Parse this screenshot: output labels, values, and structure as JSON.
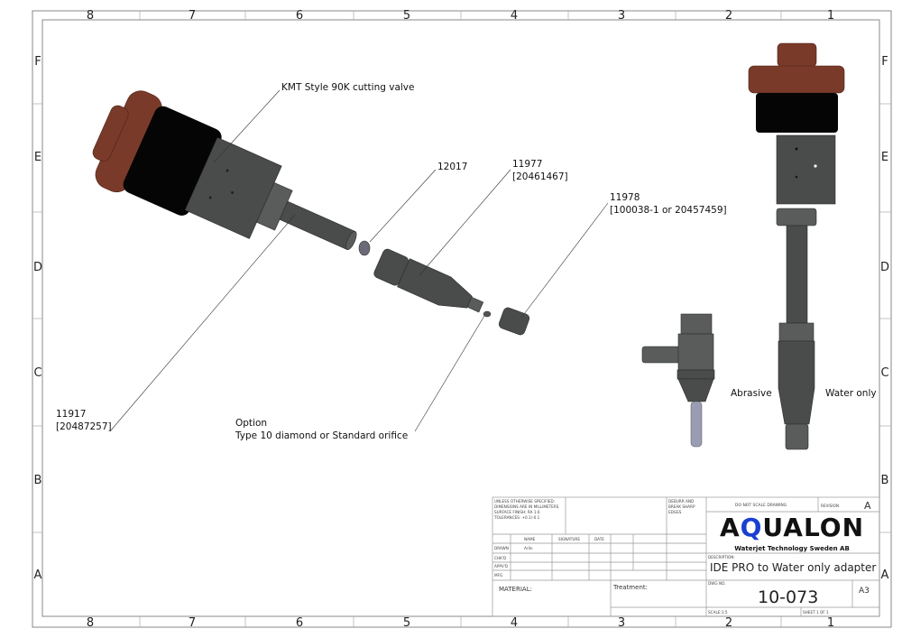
{
  "zones": {
    "columns_top": [
      "8",
      "7",
      "6",
      "5",
      "4",
      "3",
      "2",
      "1"
    ],
    "columns_bottom": [
      "8",
      "7",
      "6",
      "5",
      "4",
      "3",
      "2",
      "1"
    ],
    "rows_left": [
      "F",
      "E",
      "D",
      "C",
      "B",
      "A"
    ],
    "rows_right": [
      "F",
      "E",
      "D",
      "C",
      "B",
      "A"
    ]
  },
  "callouts": {
    "valve": "KMT Style 90K cutting valve",
    "seal": "12017",
    "nozzle_body_a": "11977",
    "nozzle_body_b": "[20461467]",
    "nut_a": "11978",
    "nut_b": "[100038-1 or 20457459]",
    "adapter_a": "11917",
    "adapter_b": "[20487257]",
    "orifice_a": "Option",
    "orifice_b": "Type 10 diamond or Standard orifice",
    "abrasive": "Abrasive",
    "water_only": "Water only"
  },
  "title_block": {
    "notes": [
      "UNLESS OTHERWISE SPECIFIED:",
      "DIMENSIONS ARE IN MILLIMETERS",
      "SURFACE FINISH: RA 1.6",
      "TOLERANCES: +0.1/-0.1"
    ],
    "deburr": [
      "DEBURR AND",
      "BREAK SHARP",
      "EDGES"
    ],
    "headers": {
      "name": "NAME",
      "signature": "SIGNATURE",
      "date": "DATE"
    },
    "rows": [
      "DRAWN",
      "CHK'D",
      "APPV'D",
      "MFG"
    ],
    "drawn_name": "Arlin",
    "do_not_scale": "DO NOT SCALE DRAWING",
    "revision_label": "REVISION",
    "revision": "A",
    "logo_main": "AQUALON",
    "logo_sub": "Waterjet Technology Sweden AB",
    "description_label": "DESCRIPTION:",
    "description": "IDE PRO to Water only adapter",
    "material": "MATERIAL:",
    "treatment": "Treatment:",
    "dwg_label": "DWG NO.",
    "dwg_no": "10-073",
    "size": "A3",
    "scale": "SCALE:1:5",
    "sheet": "SHEET 1 OF 1"
  },
  "colors": {
    "brand_blue": "#1a3fd0",
    "cap_brown": "#7a3a2a",
    "steel": "#4a4c4c"
  }
}
